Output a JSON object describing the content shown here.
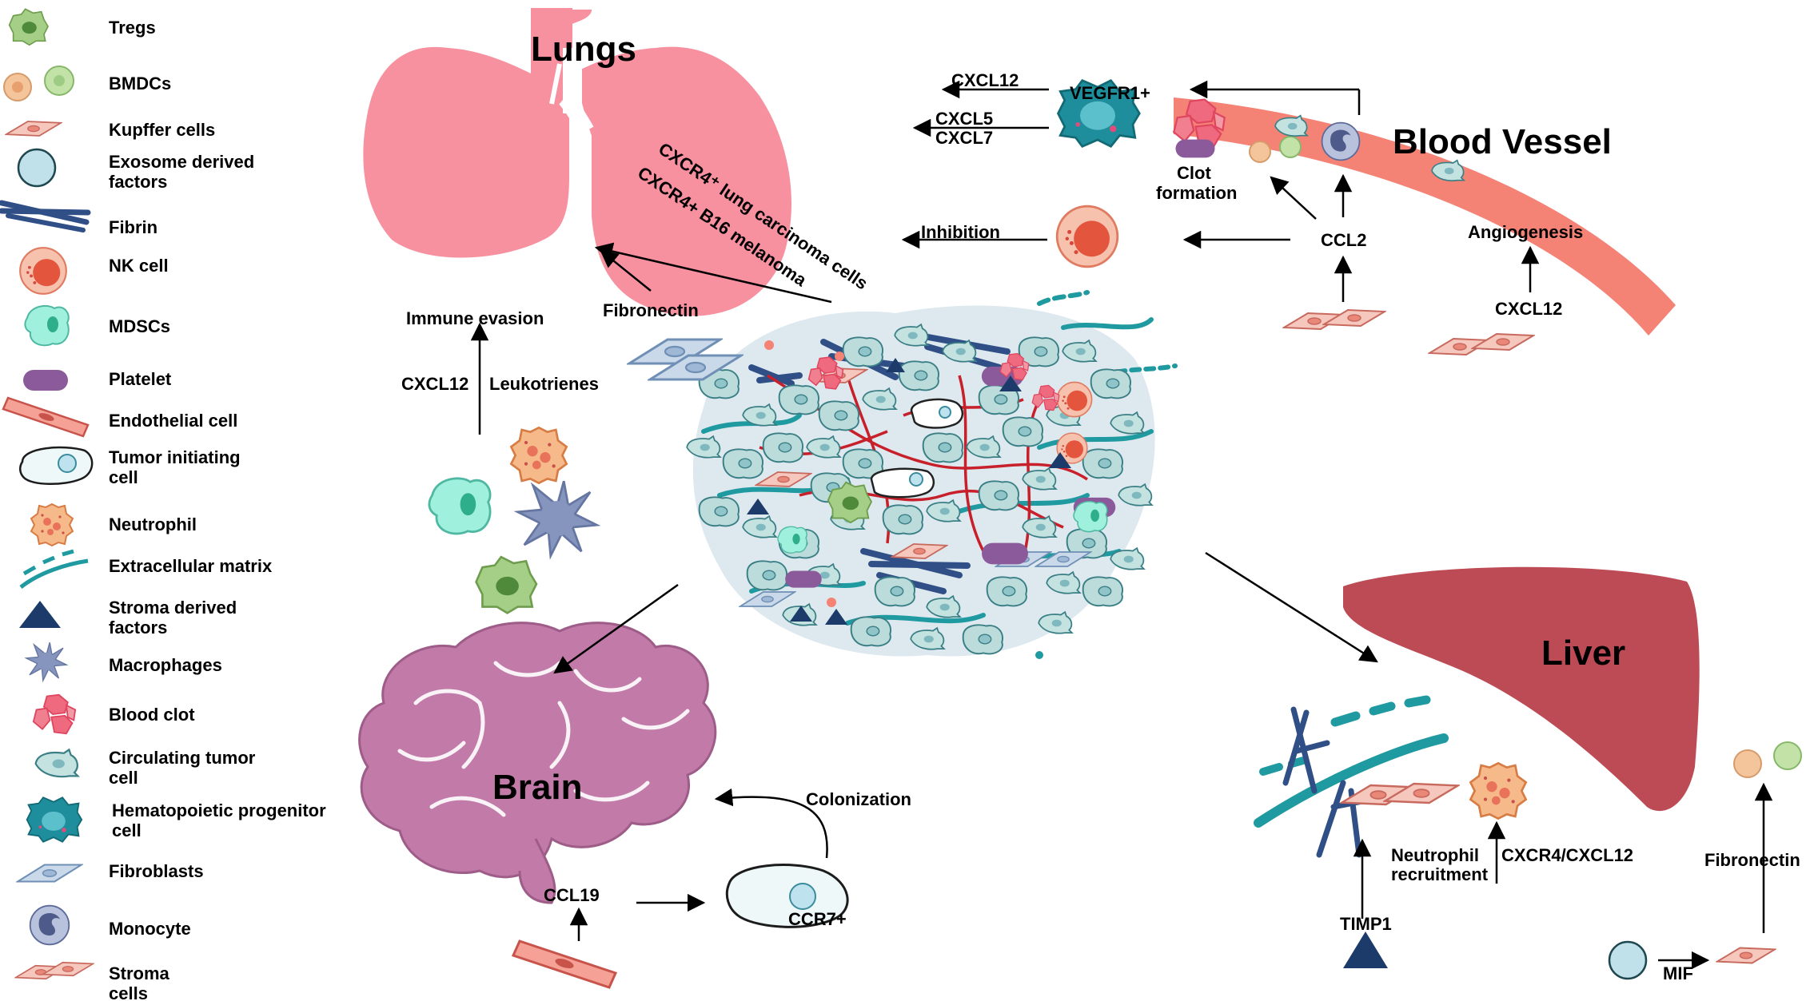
{
  "legend": [
    {
      "lines": [
        "Tregs"
      ],
      "icon": "treg-icon"
    },
    {
      "lines": [
        "BMDCs"
      ],
      "icon": "bmdc-icon"
    },
    {
      "lines": [
        "Kupffer cells"
      ],
      "icon": "kupffer-cell-icon"
    },
    {
      "lines": [
        "Exosome derived",
        "factors"
      ],
      "icon": "exosome-icon"
    },
    {
      "lines": [
        "Fibrin"
      ],
      "icon": "fibrin-icon"
    },
    {
      "lines": [
        "NK cell"
      ],
      "icon": "nk-cell-icon"
    },
    {
      "lines": [
        "MDSCs"
      ],
      "icon": "mdsc-icon"
    },
    {
      "lines": [
        "Platelet"
      ],
      "icon": "platelet-icon"
    },
    {
      "lines": [
        "Endothelial cell"
      ],
      "icon": "endothelial-cell-icon"
    },
    {
      "lines": [
        "Tumor initiating",
        "cell"
      ],
      "icon": "tumor-initiating-cell-icon"
    },
    {
      "lines": [
        "Neutrophil"
      ],
      "icon": "neutrophil-icon"
    },
    {
      "lines": [
        "Extracellular matrix"
      ],
      "icon": "extracellular-matrix-icon"
    },
    {
      "lines": [
        "Stroma derived",
        "factors"
      ],
      "icon": "stroma-derived-factor-icon"
    },
    {
      "lines": [
        "Macrophages"
      ],
      "icon": "macrophage-icon"
    },
    {
      "lines": [
        "Blood clot"
      ],
      "icon": "blood-clot-icon"
    },
    {
      "lines": [
        "Circulating tumor",
        "cell"
      ],
      "icon": "circulating-tumor-cell-icon"
    },
    {
      "lines": [
        "Hematopoietic progenitor",
        "cell"
      ],
      "icon": "hematopoietic-progenitor-cell-icon"
    },
    {
      "lines": [
        "Fibroblasts"
      ],
      "icon": "fibroblast-icon"
    },
    {
      "lines": [
        "Monocyte"
      ],
      "icon": "monocyte-icon"
    },
    {
      "lines": [
        "Stroma",
        "cells"
      ],
      "icon": "stroma-cell-icon"
    }
  ],
  "organs": {
    "lungs": "Lungs",
    "blood_vessel": "Blood Vessel",
    "liver": "Liver",
    "brain": "Brain"
  },
  "labels": {
    "cxcl12_top": "CXCL12",
    "cxcl5": "CXCL5",
    "cxcl7": "CXCL7",
    "vegfr1": "VEGFR1+",
    "clot_formation_1": "Clot",
    "clot_formation_2": "formation",
    "inhibition": "Inhibition",
    "ccl2": "CCL2",
    "angiogenesis": "Angiogenesis",
    "cxcl12_vessel": "CXCL12",
    "cxcr4_lung": "CXCR4⁺ lung carcinoma cells",
    "cxcr4_b16": "CXCR4+ B16 melanoma",
    "fibronectin_lung": "Fibronectin",
    "immune_evasion": "Immune evasion",
    "cxcl12_left": "CXCL12",
    "leukotrienes": "Leukotrienes",
    "colonization": "Colonization",
    "ccl19": "CCL19",
    "ccr7": "CCR7+",
    "timp1": "TIMP1",
    "neutrophil_recruitment_1": "Neutrophil",
    "neutrophil_recruitment_2": "recruitment",
    "cxcr4_cxcl12": "CXCR4/CXCL12",
    "fibronectin_liver": "Fibronectin",
    "mif": "MIF"
  },
  "colors": {
    "lung": "#f7909f",
    "vessel": "#f48275",
    "liver": "#bd4b55",
    "brain": "#c27aa8",
    "tumor_cell": "#bcdcdc",
    "fibrin": "#2f4f86",
    "ecm": "#1f9aa0",
    "platelet": "#8b5a9a"
  }
}
